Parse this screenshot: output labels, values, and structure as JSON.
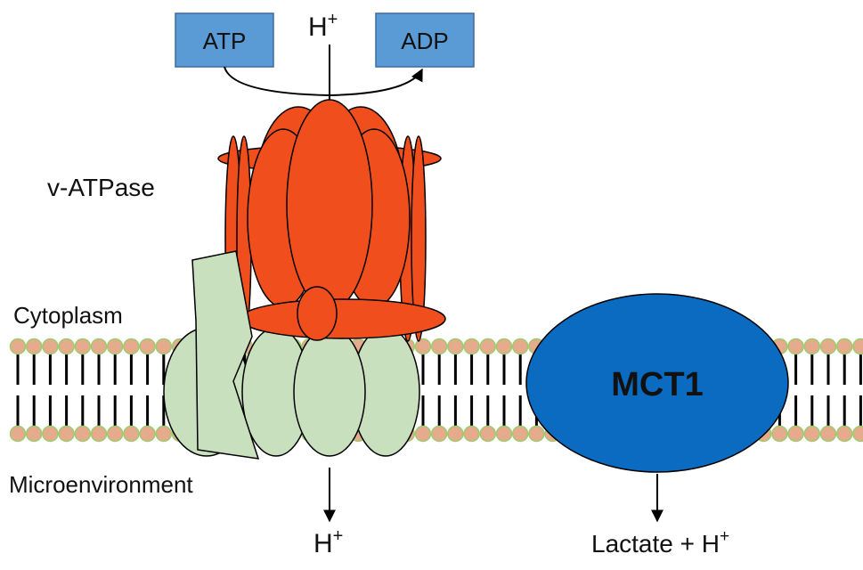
{
  "labels": {
    "atp": "ATP",
    "adp": "ADP",
    "h_top": "H",
    "h_top_sup": "+",
    "v_atpase": "v-ATPase",
    "cytoplasm": "Cytoplasm",
    "microenvironment": "Microenvironment",
    "mct1": "MCT1",
    "h_bottom": "H",
    "h_bottom_sup": "+",
    "lactate_h": "Lactate + H",
    "lactate_h_sup": "+"
  },
  "colors": {
    "atp_box": "#5b9bd5",
    "atpase_orange": "#f04e1c",
    "subunit_green": "#c8e0bd",
    "mct1_blue": "#0a6bc1",
    "lipid_head": "#e6aa8c",
    "lipid_head_stroke": "#9ccc6e",
    "outline": "#000000"
  }
}
